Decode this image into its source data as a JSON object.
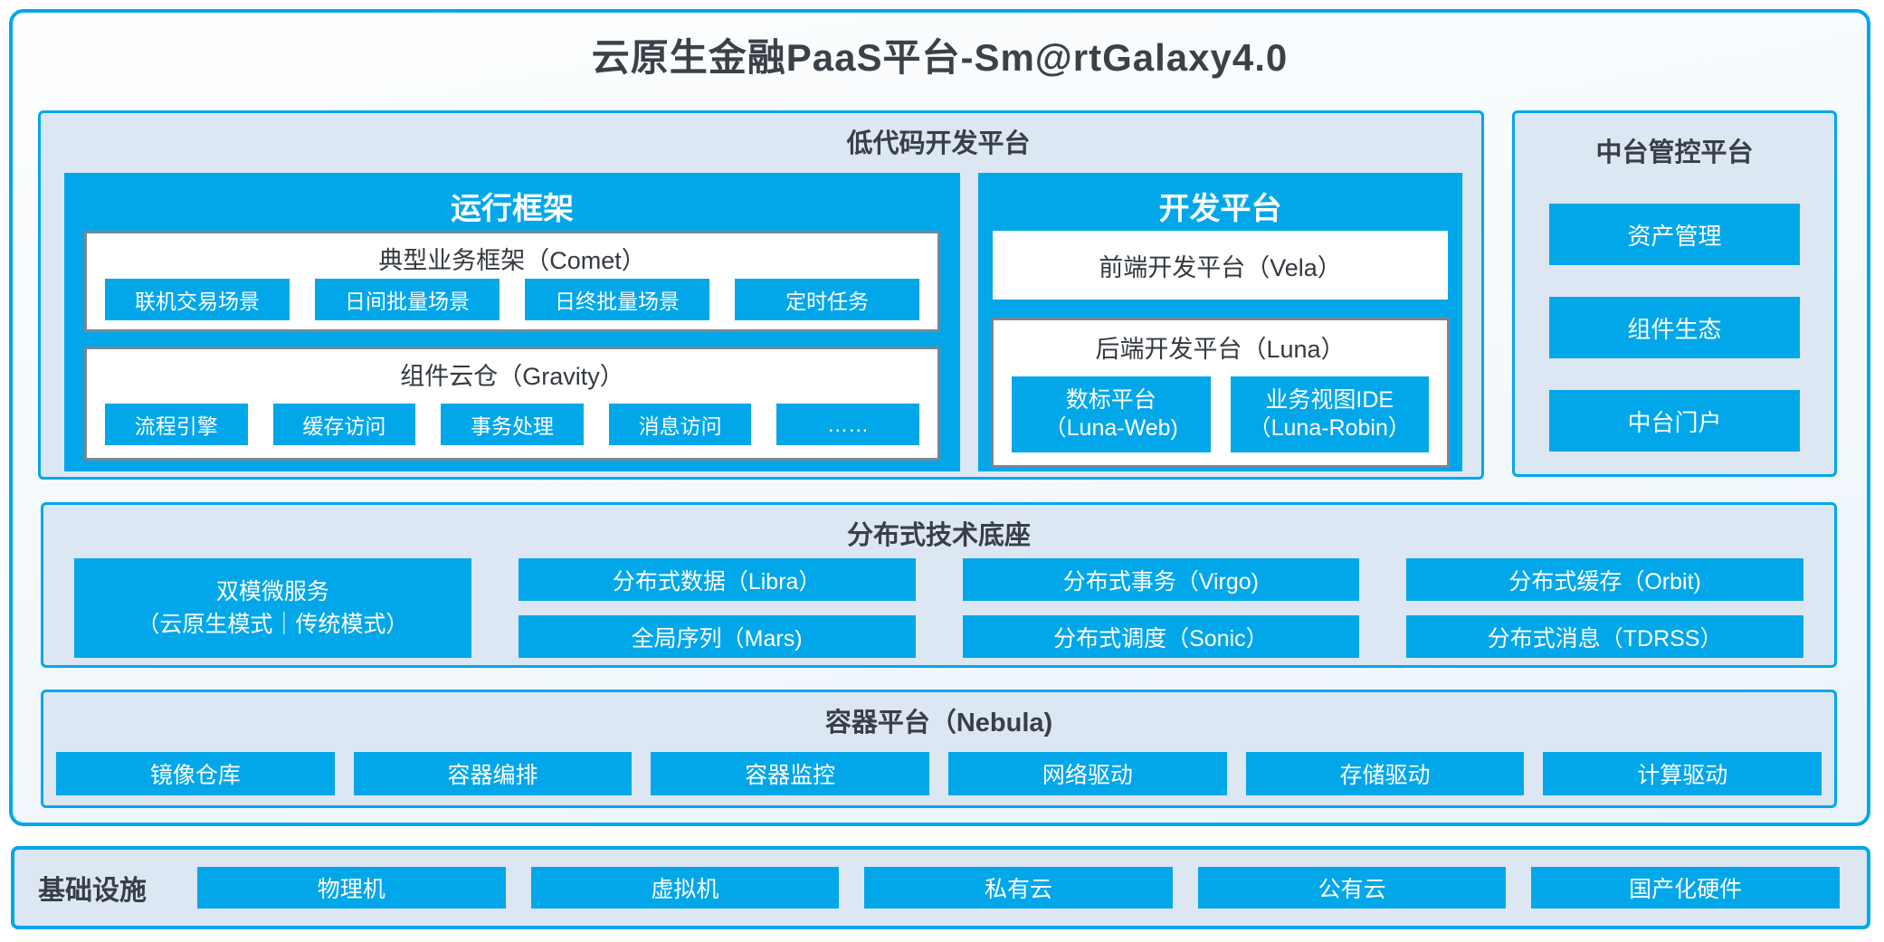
{
  "title": "云原生金融PaaS平台-Sm@rtGalaxy4.0",
  "colors": {
    "accent": "#02A7EA",
    "panel_bg": "#DCE7F3",
    "grey_border": "#7D858E",
    "dark_text": "#383F46"
  },
  "low_code": {
    "title": "低代码开发平台",
    "runtime_frame": {
      "title": "运行框架",
      "comet": {
        "title": "典型业务框架（Comet）",
        "items": [
          "联机交易场景",
          "日间批量场景",
          "日终批量场景",
          "定时任务"
        ]
      },
      "gravity": {
        "title": "组件云仓（Gravity）",
        "items": [
          "流程引擎",
          "缓存访问",
          "事务处理",
          "消息访问",
          "……"
        ]
      }
    },
    "dev_platform": {
      "title": "开发平台",
      "vela": "前端开发平台（Vela）",
      "luna": {
        "title": "后端开发平台（Luna）",
        "items": [
          {
            "line1": "数标平台",
            "line2": "（Luna-Web)"
          },
          {
            "line1": "业务视图IDE",
            "line2": "（Luna-Robin）"
          }
        ]
      }
    }
  },
  "mid_platform": {
    "title": "中台管控平台",
    "items": [
      "资产管理",
      "组件生态",
      "中台门户"
    ]
  },
  "distributed": {
    "title": "分布式技术底座",
    "dual_mode": {
      "line1": "双模微服务",
      "line2": "（云原生模式｜传统模式）"
    },
    "grid": [
      [
        "分布式数据（Libra）",
        "全局序列（Mars)"
      ],
      [
        "分布式事务（Virgo)",
        "分布式调度（Sonic）"
      ],
      [
        "分布式缓存（Orbit)",
        "分布式消息（TDRSS）"
      ]
    ]
  },
  "container_platform": {
    "title": "容器平台（Nebula)",
    "items": [
      "镜像仓库",
      "容器编排",
      "容器监控",
      "网络驱动",
      "存储驱动",
      "计算驱动"
    ]
  },
  "infrastructure": {
    "title": "基础设施",
    "items": [
      "物理机",
      "虚拟机",
      "私有云",
      "公有云",
      "国产化硬件"
    ]
  }
}
